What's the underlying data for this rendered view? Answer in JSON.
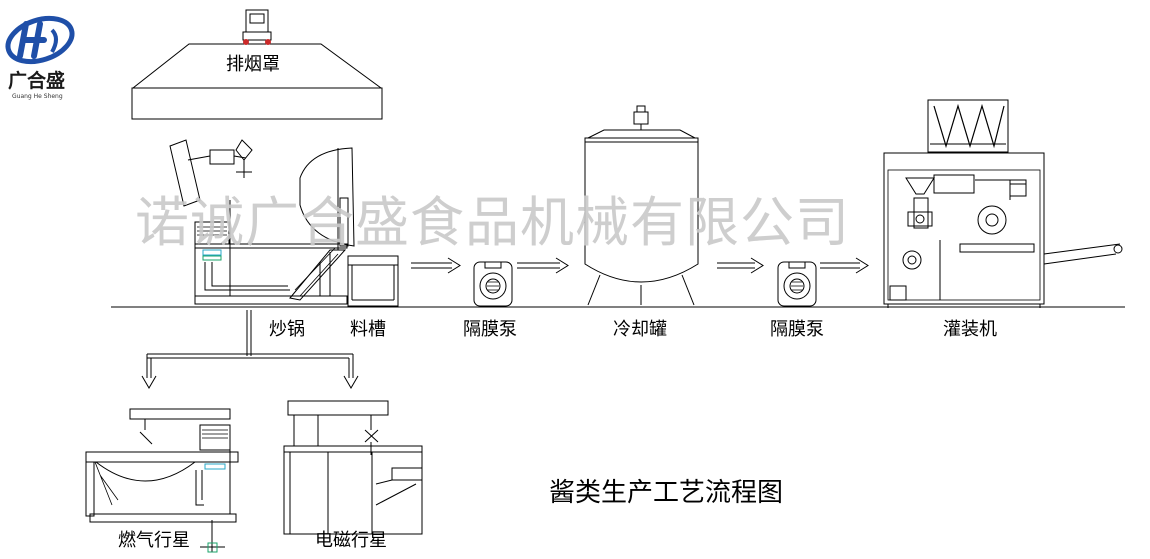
{
  "logo": {
    "brand_cn": "广合盛",
    "brand_en": "Guang He Sheng",
    "emblem": "GH-monogram-logo"
  },
  "watermark": "诺诚广合盛食品机械有限公司",
  "title": "酱类生产工艺流程图",
  "labels": {
    "hood": "排烟罩",
    "wok": "炒锅",
    "trough": "料槽",
    "pump1": "隔膜泵",
    "tank": "冷却罐",
    "pump2": "隔膜泵",
    "filler": "灌装机",
    "gas": "燃气行星",
    "electro": "电磁行星"
  },
  "icons": {
    "arrow": "flow-arrow-icon",
    "pump": "diaphragm-pump-icon",
    "motor": "motor-icon"
  },
  "colors": {
    "line": "#000000",
    "watermark": "#c9c9c9",
    "logo_blue": "#1f4fa8",
    "accent_green": "#1aa36a",
    "accent_red": "#cc2a2a",
    "accent_cyan": "#2aa9c9"
  }
}
